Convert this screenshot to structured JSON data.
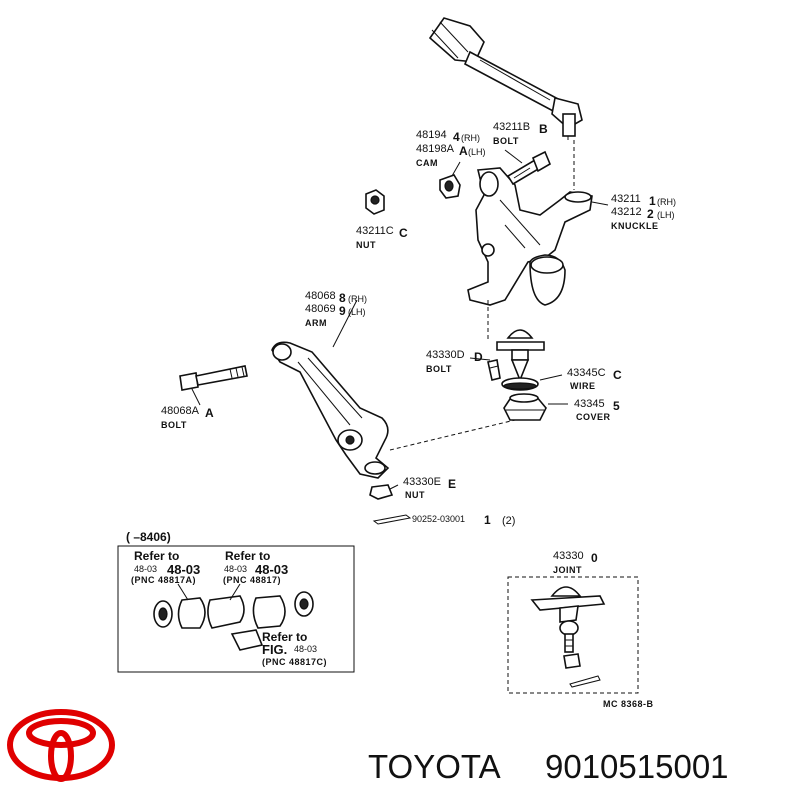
{
  "parts": {
    "tie_rod_end": {
      "number": "43211B",
      "suffix": "B",
      "name": "BOLT"
    },
    "cam": {
      "number_rh": "48194",
      "suffix_rh": "4",
      "note_rh": "(RH)",
      "number_lh": "48198A",
      "suffix_lh": "A",
      "note_lh": "(LH)",
      "name": "CAM"
    },
    "nut_c": {
      "number": "43211C",
      "suffix": "C",
      "name": "NUT"
    },
    "knuckle": {
      "number_rh": "43211",
      "suffix_rh": "1",
      "note_rh": "(RH)",
      "number_lh": "43212",
      "suffix_lh": "2",
      "note_lh": "(LH)",
      "name": "KNUCKLE"
    },
    "arm": {
      "number_rh": "48068",
      "suffix_rh": "8",
      "note_rh": "(RH)",
      "number_lh": "48069",
      "suffix_lh": "9",
      "note_lh": "(LH)",
      "name": "ARM"
    },
    "bolt_d": {
      "number": "43330D",
      "suffix": "D",
      "name": "BOLT"
    },
    "wire": {
      "number": "43345C",
      "suffix": "C",
      "name": "WIRE"
    },
    "cover": {
      "number": "43345",
      "suffix": "5",
      "name": "COVER"
    },
    "bolt_a": {
      "number": "48068A",
      "suffix": "A",
      "name": "BOLT"
    },
    "nut_e": {
      "number": "43330E",
      "suffix": "E",
      "name": "NUT"
    },
    "pin": {
      "number": "90252-03001",
      "suffix": "1",
      "qty": "(2)"
    },
    "joint": {
      "number": "43330",
      "suffix": "0",
      "name": "JOINT"
    }
  },
  "inset": {
    "range": "(      –8406)",
    "ref1": {
      "title": "Refer to",
      "fig": "48-03",
      "fig_big": "48-03",
      "pnc": "(PNC 48817A)"
    },
    "ref2": {
      "title": "Refer to",
      "fig": "48-03",
      "fig_big": "48-03",
      "pnc": "(PNC 48817)"
    },
    "ref3": {
      "title": "Refer to",
      "fig_word": "FIG.",
      "fig": "48-03",
      "pnc": "(PNC 48817C)"
    }
  },
  "catalog_code": "MC  8368-B",
  "footer": {
    "brand": "TOYOTA",
    "part_number": "9010515001",
    "logo_color": "#e00000"
  }
}
